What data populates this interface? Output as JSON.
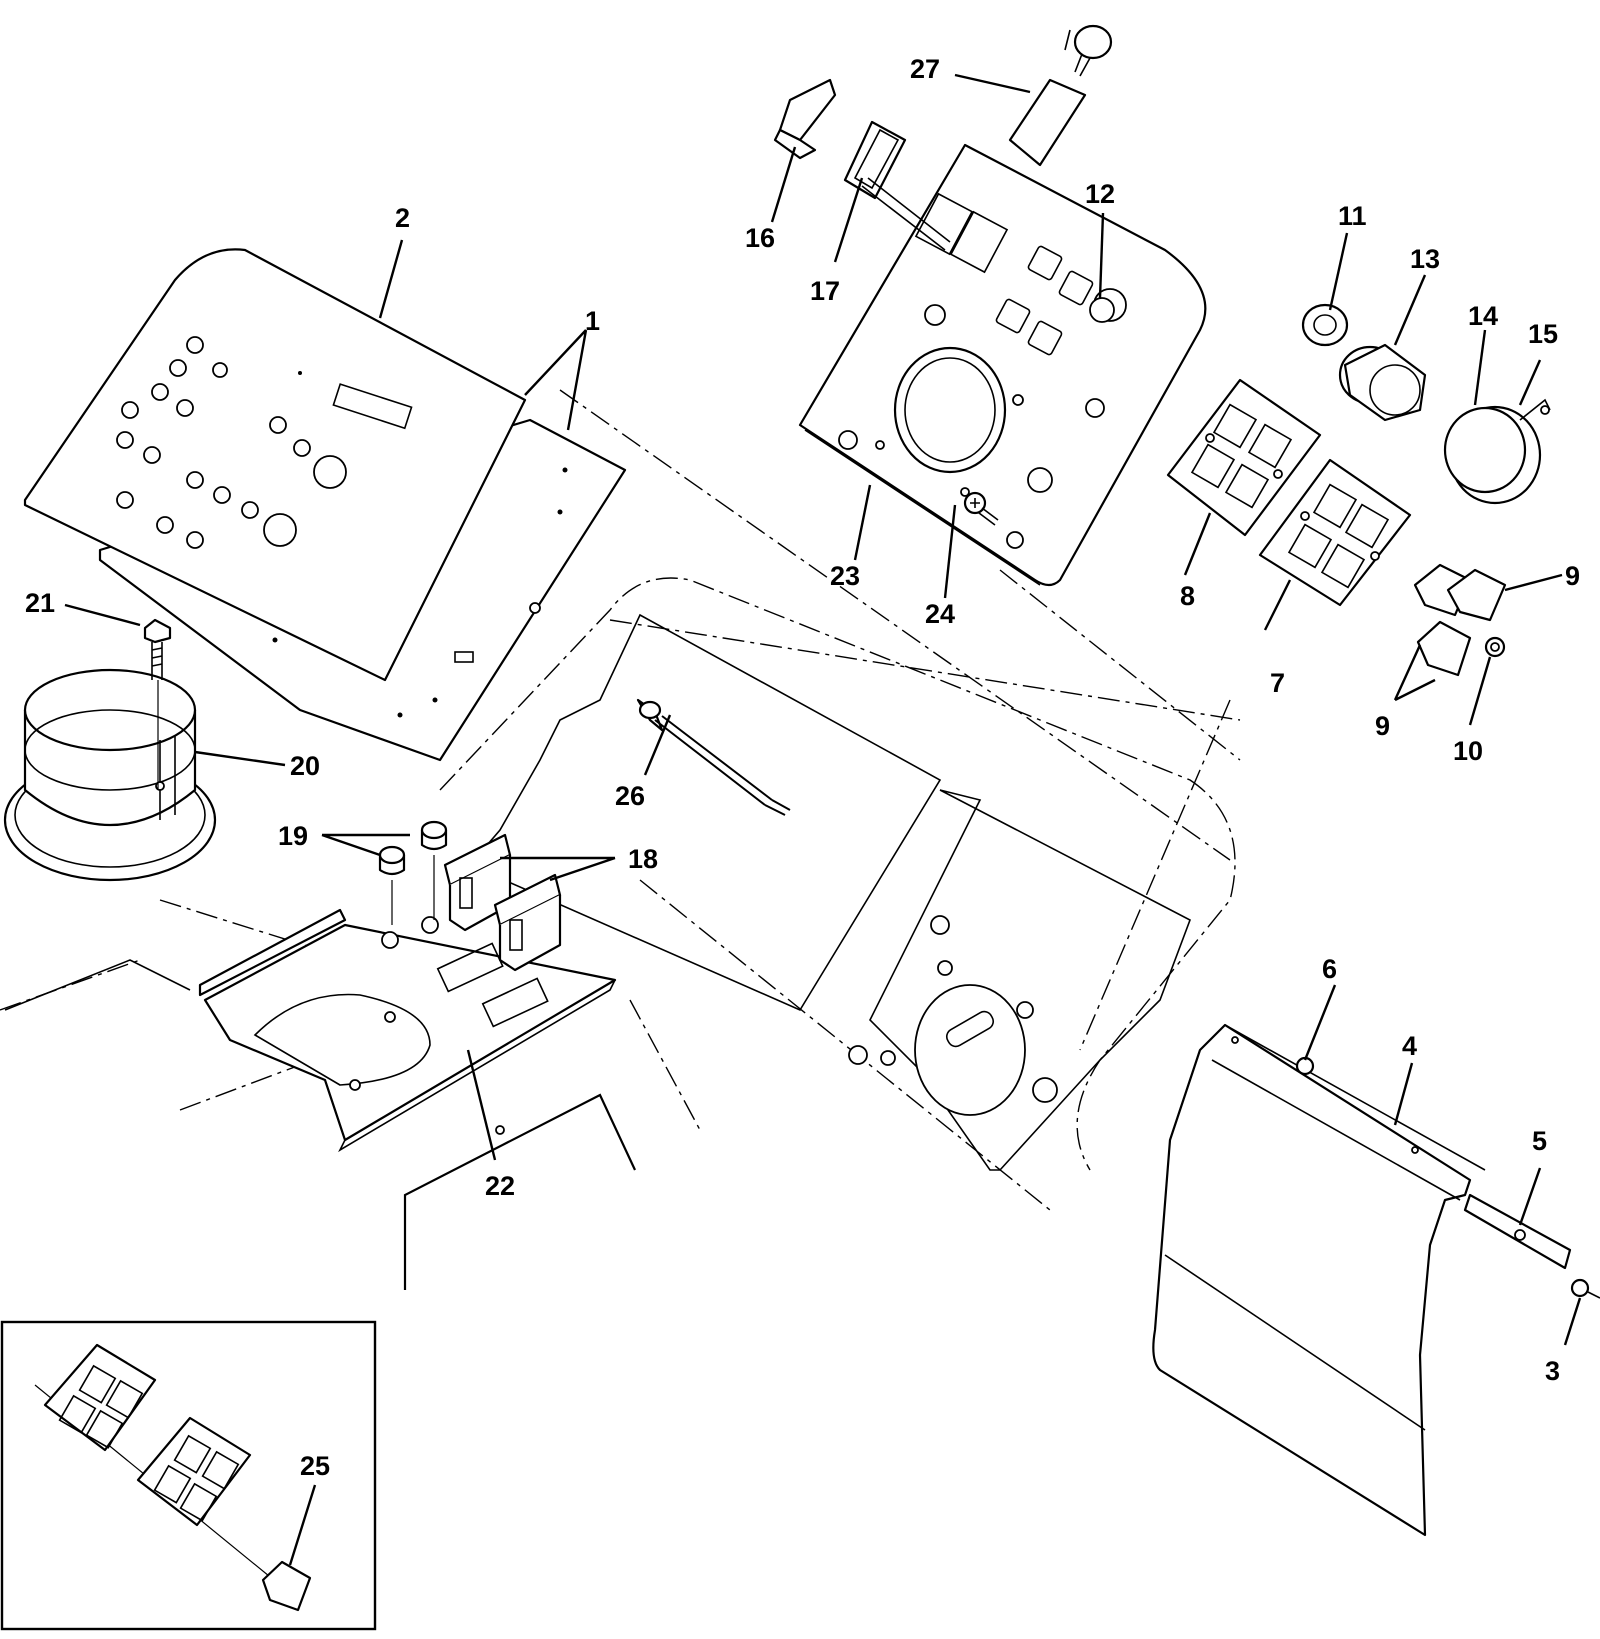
{
  "callouts": {
    "c1": "1",
    "c2": "2",
    "c3": "3",
    "c4": "4",
    "c5": "5",
    "c6": "6",
    "c7": "7",
    "c8": "8",
    "c9a": "9",
    "c9b": "9",
    "c10": "10",
    "c11": "11",
    "c12": "12",
    "c13": "13",
    "c14": "14",
    "c15": "15",
    "c16": "16",
    "c17": "17",
    "c18": "18",
    "c19": "19",
    "c20": "20",
    "c21": "21",
    "c22": "22",
    "c23": "23",
    "c24": "24",
    "c25": "25",
    "c26": "26",
    "c27": "27"
  }
}
